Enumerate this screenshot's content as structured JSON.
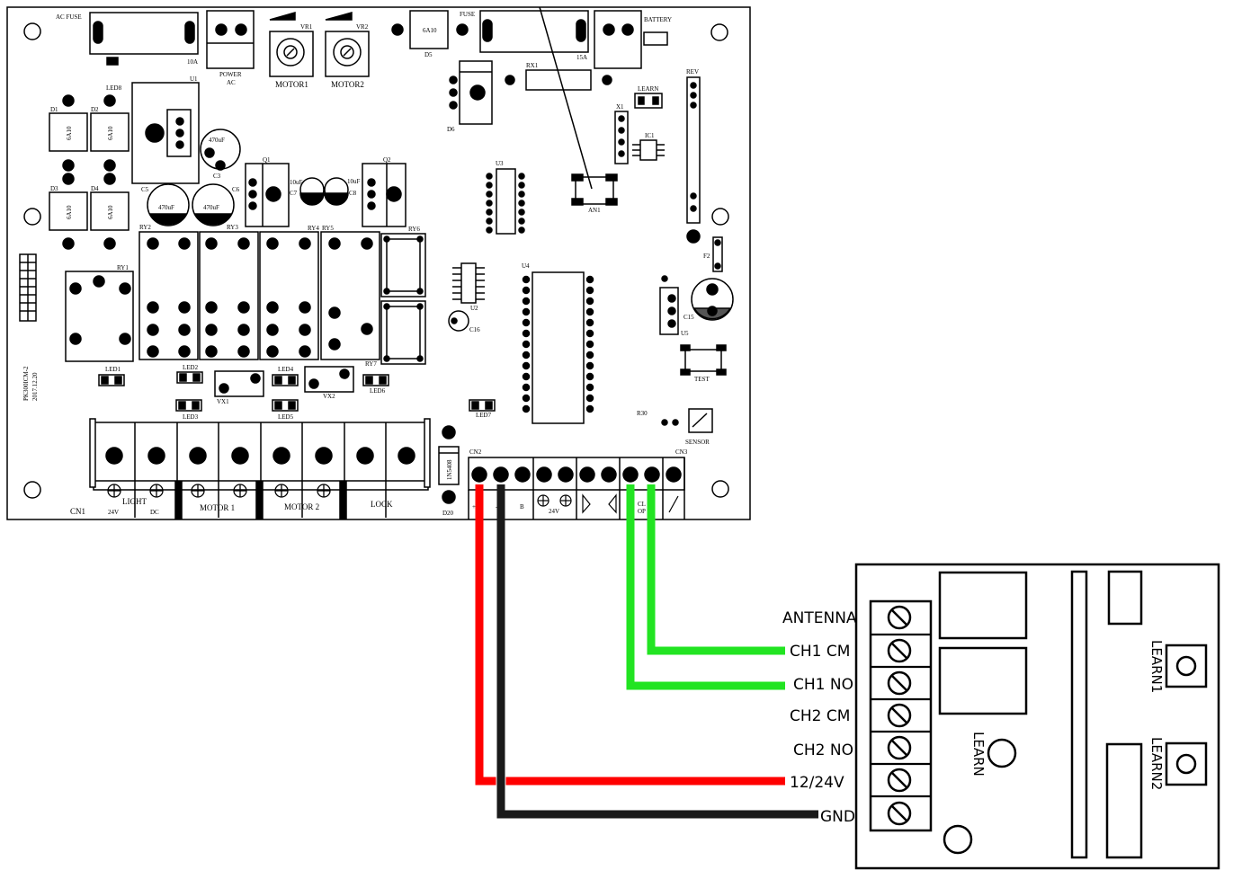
{
  "board": {
    "labels": {
      "ac_fuse": "AC FUSE",
      "fuse_10a": "10A",
      "led8": "LED8",
      "power": "POWER",
      "ac": "AC",
      "vr1": "VR1",
      "vr2": "VR2",
      "motor1_pot": "MOTOR1",
      "motor2_pot": "MOTOR2",
      "d5_val": "6A10",
      "d5": "D5",
      "fuse": "FUSE",
      "fuse_15a": "15A",
      "battery": "BATTERY",
      "u1": "U1",
      "d1": "D1",
      "d2": "D2",
      "d3": "D3",
      "d4": "D4",
      "diode_val": "6A10",
      "cap_470_a": "470uF",
      "c3": "C3",
      "c5": "C5",
      "c6": "C6",
      "q1": "Q1",
      "q2": "Q2",
      "c7": "C7",
      "c8": "C8",
      "cap_10u_a": "10uF",
      "cap_10u_b": "10uF",
      "d6": "D6",
      "rx1": "RX1",
      "learn_btn": "LEARN",
      "x1": "X1",
      "ic1": "IC1",
      "u3": "U3",
      "an1": "AN1",
      "rev": "REV",
      "f2": "F2",
      "ry1": "RY1",
      "ry2": "RY2",
      "ry3": "RY3",
      "ry4": "RY4",
      "ry5": "RY5",
      "ry6": "RY6",
      "ry7": "RY7",
      "u2": "U2",
      "c16": "C16",
      "u4": "U4",
      "c15": "C15",
      "u5": "U5",
      "test": "TEST",
      "led1": "LED1",
      "led2": "LED2",
      "led3": "LED3",
      "led4": "LED4",
      "led5": "LED5",
      "led6": "LED6",
      "led7": "LED7",
      "vx1": "VX1",
      "vx2": "VX2",
      "r30": "R30",
      "sensor": "SENSOR",
      "cn2": "CN2",
      "cn3": "CN3",
      "cn1": "CN1",
      "light": "LIGHT",
      "v24": "24V",
      "dc": "DC",
      "motor_1": "MOTOR 1",
      "motor_2": "MOTOR 2",
      "lock": "LOCK",
      "d20": "D20",
      "d20_val": "1N5408",
      "model": "PK300ICM-2",
      "date": "2017.12.20",
      "cn2_24v": "24V",
      "cn2_plus": "+",
      "cn2_minus": "-",
      "cn2_b": "B",
      "cn2_cl": "CL",
      "cn2_op": "OP"
    }
  },
  "receiver": {
    "terminals": [
      "ANTENNA",
      "CH1 CM",
      "CH1 NO",
      "CH2 CM",
      "CH2 NO",
      "12/24V",
      "GND"
    ],
    "learn": "LEARN",
    "learn1": "LEARN1",
    "learn2": "LEARN2"
  },
  "wires": {
    "colors": {
      "red": "#ff0000",
      "black": "#1a1a1a",
      "green": "#22e422"
    }
  }
}
